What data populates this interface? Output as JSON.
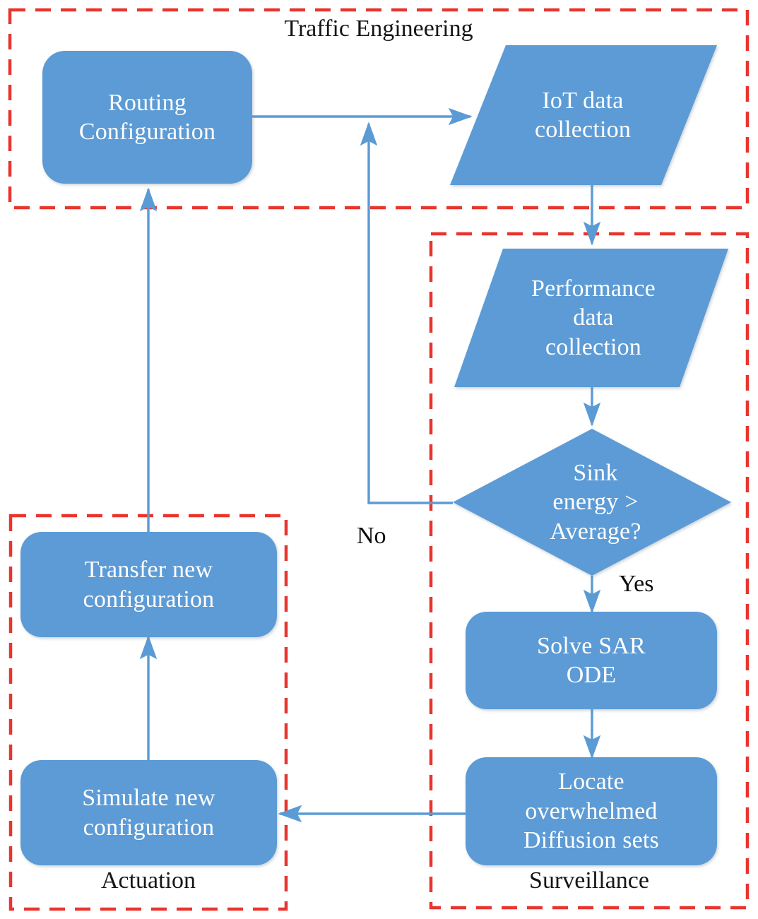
{
  "diagram": {
    "title": "Traffic Engineering",
    "colors": {
      "node_fill": "#5B9BD5",
      "node_text": "#FFFFFF",
      "connector": "#5B9BD5",
      "group_border": "#E8352E",
      "caption_text": "#161616",
      "background": "#FFFFFF"
    },
    "groups": [
      {
        "id": "traffic-engineering",
        "label": "Traffic Engineering",
        "label_position": "top"
      },
      {
        "id": "surveillance",
        "label": "Surveillance",
        "label_position": "bottom"
      },
      {
        "id": "actuation",
        "label": "Actuation",
        "label_position": "bottom"
      }
    ],
    "nodes": [
      {
        "id": "routing-configuration",
        "label": "Routing\nConfiguration",
        "shape": "rounded-rect",
        "group": "traffic-engineering"
      },
      {
        "id": "iot-data-collection",
        "label": "IoT data\ncollection",
        "shape": "parallelogram",
        "group": "traffic-engineering"
      },
      {
        "id": "performance-data-collection",
        "label": "Performance\ndata\ncollection",
        "shape": "parallelogram",
        "group": "surveillance"
      },
      {
        "id": "sink-energy-decision",
        "label": "Sink\nenergy >\nAverage?",
        "shape": "diamond",
        "group": "surveillance"
      },
      {
        "id": "solve-sar-ode",
        "label": "Solve SAR\nODE",
        "shape": "rounded-rect",
        "group": "surveillance"
      },
      {
        "id": "locate-overwhelmed-diffusion-sets",
        "label": "Locate\noverwhelmed\nDiffusion sets",
        "shape": "rounded-rect",
        "group": "surveillance"
      },
      {
        "id": "transfer-new-configuration",
        "label": "Transfer new\nconfiguration",
        "shape": "rounded-rect",
        "group": "actuation"
      },
      {
        "id": "simulate-new-configuration",
        "label": "Simulate new\nconfiguration",
        "shape": "rounded-rect",
        "group": "actuation"
      }
    ],
    "edges": [
      {
        "id": "routing-to-iot",
        "from": "routing-configuration",
        "to": "iot-data-collection",
        "label": ""
      },
      {
        "id": "iot-to-performance",
        "from": "iot-data-collection",
        "to": "performance-data-collection",
        "label": ""
      },
      {
        "id": "performance-to-decision",
        "from": "performance-data-collection",
        "to": "sink-energy-decision",
        "label": ""
      },
      {
        "id": "decision-no-to-iot",
        "from": "sink-energy-decision",
        "to": "iot-data-collection",
        "label": "No"
      },
      {
        "id": "decision-yes-to-solve",
        "from": "sink-energy-decision",
        "to": "solve-sar-ode",
        "label": "Yes"
      },
      {
        "id": "solve-to-locate",
        "from": "solve-sar-ode",
        "to": "locate-overwhelmed-diffusion-sets",
        "label": ""
      },
      {
        "id": "locate-to-simulate",
        "from": "locate-overwhelmed-diffusion-sets",
        "to": "simulate-new-configuration",
        "label": ""
      },
      {
        "id": "simulate-to-transfer",
        "from": "simulate-new-configuration",
        "to": "transfer-new-configuration",
        "label": ""
      },
      {
        "id": "transfer-to-routing",
        "from": "transfer-new-configuration",
        "to": "routing-configuration",
        "label": ""
      }
    ],
    "edge_labels": {
      "no": "No",
      "yes": "Yes"
    }
  }
}
